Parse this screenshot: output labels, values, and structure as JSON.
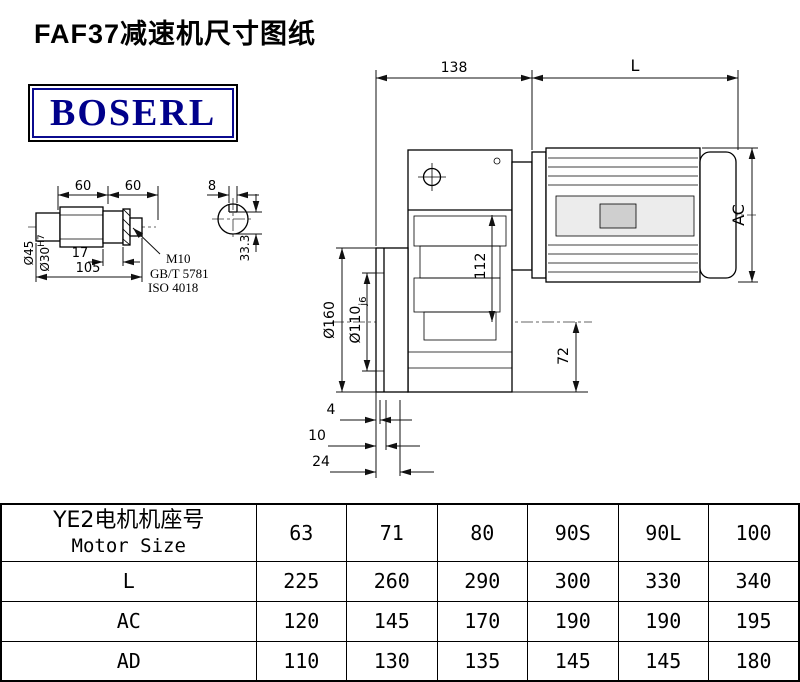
{
  "page": {
    "title": "FAF37减速机尺寸图纸",
    "logo_text": "BOSERL"
  },
  "drawing": {
    "dims": {
      "flange_to_motor": "138",
      "motor_length": "L",
      "motor_od": "AC",
      "axis_offset": "112",
      "axis_to_base": "72",
      "flange_od": "Ø160",
      "spigot_d": "Ø110",
      "spigot_tol": "j6",
      "flange_thickness": "4",
      "offset_10": "10",
      "offset_24": "24"
    },
    "shaft_detail": {
      "seg_len_1": "60",
      "seg_len_2": "60",
      "shaft_od": "Ø45",
      "bore_d": "Ø30",
      "bore_tol": "H7",
      "key_len": "17",
      "shaft_len": "105",
      "bolt_thread": "M10",
      "bolt_std_gb": "GB/T 5781",
      "bolt_std_iso": "ISO 4018"
    },
    "key_section": {
      "key_width": "8",
      "key_depth": "33.3"
    }
  },
  "table": {
    "header": {
      "motor_label_cn": "YE2电机机座号",
      "motor_label_en": "Motor Size",
      "sizes": [
        "63",
        "71",
        "80",
        "90S",
        "90L",
        "100"
      ]
    },
    "rows": [
      {
        "label": "L",
        "values": [
          "225",
          "260",
          "290",
          "300",
          "330",
          "340"
        ]
      },
      {
        "label": "AC",
        "values": [
          "120",
          "145",
          "170",
          "190",
          "190",
          "195"
        ]
      },
      {
        "label": "AD",
        "values": [
          "110",
          "130",
          "135",
          "145",
          "145",
          "180"
        ]
      }
    ]
  }
}
